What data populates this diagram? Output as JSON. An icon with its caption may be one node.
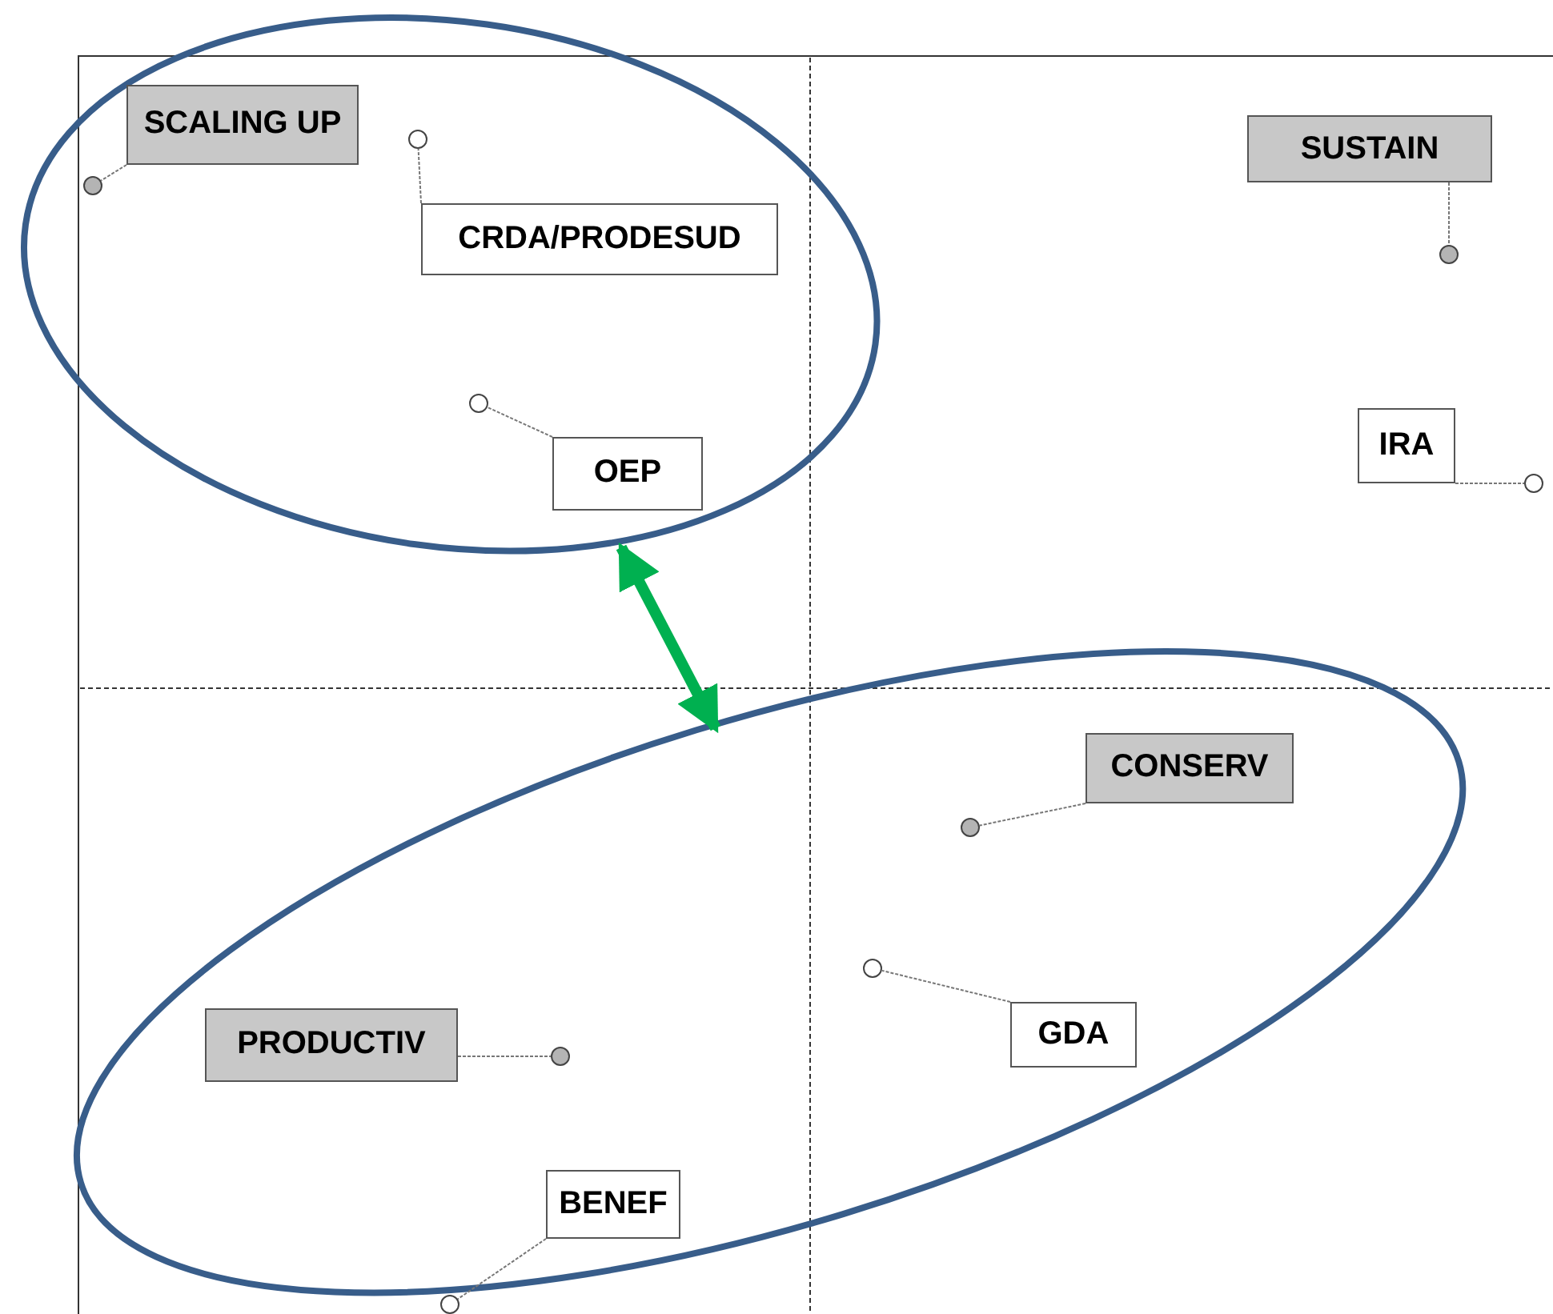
{
  "diagram": {
    "nodes": [
      {
        "text": [],
        "shape": "ellipse"
      },
      {
        "text": [
          "SCALING UP"
        ],
        "in": 0
      },
      {
        "text": [],
        "shape": "circle",
        "in": 0
      },
      {
        "text": [],
        "shape": "circle",
        "in": 0
      },
      {
        "text": [
          "CRDA/PRODESUD"
        ],
        "in": 0
      },
      {
        "text": [
          "SUSTAIN"
        ]
      },
      {
        "text": [],
        "shape": "circle"
      },
      {
        "text": [],
        "shape": "circle",
        "in": 0
      },
      {
        "text": [
          "OEP"
        ],
        "in": 0
      },
      {
        "text": [
          "IRA"
        ]
      },
      {
        "text": [],
        "shape": "circle"
      },
      {
        "text": [],
        "shape": "ellipse"
      },
      {
        "text": [
          "CONSERV"
        ],
        "in": 11
      },
      {
        "text": [],
        "shape": "circle",
        "in": 11
      },
      {
        "text": [],
        "shape": "circle",
        "in": 11
      },
      {
        "text": [
          "GDA"
        ],
        "in": 11
      },
      {
        "text": [
          "PRODUCTIV"
        ],
        "in": 11
      },
      {
        "text": [],
        "shape": "circle",
        "in": 11
      },
      {
        "text": [
          "BENEF"
        ],
        "in": 11
      },
      {
        "text": [],
        "shape": "circle"
      }
    ],
    "edges": [
      {
        "from": 1,
        "to": 2,
        "arrow": "none",
        "style": "dashed"
      },
      {
        "from": 4,
        "to": 3,
        "arrow": "none",
        "style": "dashed"
      },
      {
        "from": 5,
        "to": 6,
        "arrow": "none",
        "style": "dashed"
      },
      {
        "from": 8,
        "to": 7,
        "arrow": "none",
        "style": "dashed"
      },
      {
        "from": 9,
        "to": 10,
        "arrow": "none",
        "style": "dashed"
      },
      {
        "from": 0,
        "to": 11,
        "arrow": "both",
        "style": "thick",
        "color": "#00b050"
      },
      {
        "from": 12,
        "to": 13,
        "arrow": "none",
        "style": "dashed"
      },
      {
        "from": 15,
        "to": 14,
        "arrow": "none",
        "style": "dashed"
      },
      {
        "from": 16,
        "to": 17,
        "arrow": "none",
        "style": "dashed"
      },
      {
        "from": 18,
        "to": 19,
        "arrow": "none",
        "style": "dashed"
      }
    ]
  }
}
